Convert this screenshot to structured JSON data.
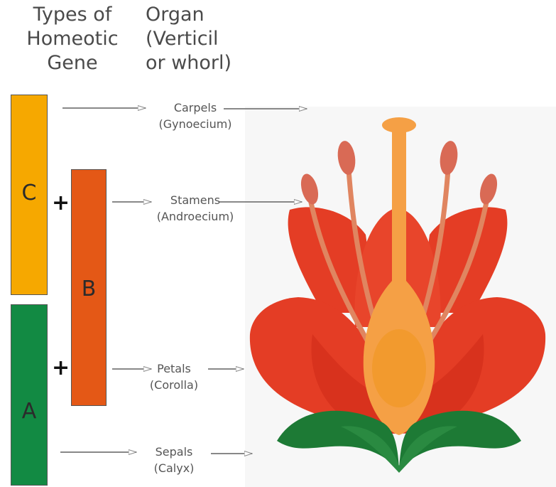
{
  "headers": {
    "gene_types": "Types of\nHomeotic\nGene",
    "organ": "Organ\n(Verticil\nor whorl)"
  },
  "genes": [
    {
      "letter": "C",
      "color": "#f6a800"
    },
    {
      "letter": "B",
      "color": "#e45816"
    },
    {
      "letter": "A",
      "color": "#128a43"
    }
  ],
  "plus_sign": "+",
  "organs": [
    {
      "name": "Carpels",
      "latin": "(Gynoecium)"
    },
    {
      "name": "Stamens",
      "latin": "(Androecium)"
    },
    {
      "name": "Petals",
      "latin": "(Corolla)"
    },
    {
      "name": "Sepals",
      "latin": "(Calyx)"
    }
  ],
  "colors": {
    "petal": "#e43d25",
    "pistil": "#f5a045",
    "ovary": "#f29a2e",
    "stamen": "#e08560",
    "sepal": "#1d7a35"
  }
}
